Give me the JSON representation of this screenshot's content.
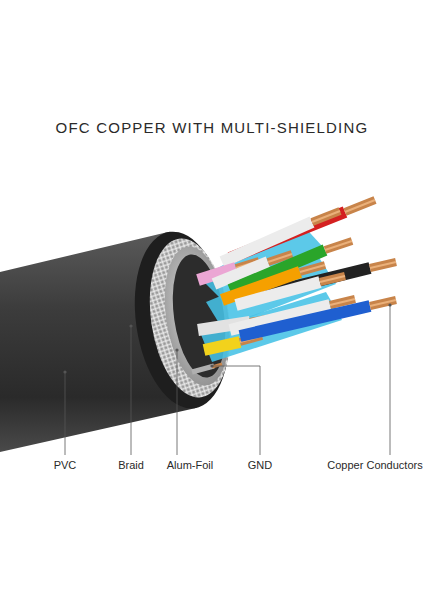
{
  "diagram": {
    "title": "OFC COPPER WITH MULTI-SHIELDING",
    "labels": [
      "PVC",
      "Braid",
      "Alum-Foil",
      "GND",
      "Copper Conductors"
    ]
  }
}
